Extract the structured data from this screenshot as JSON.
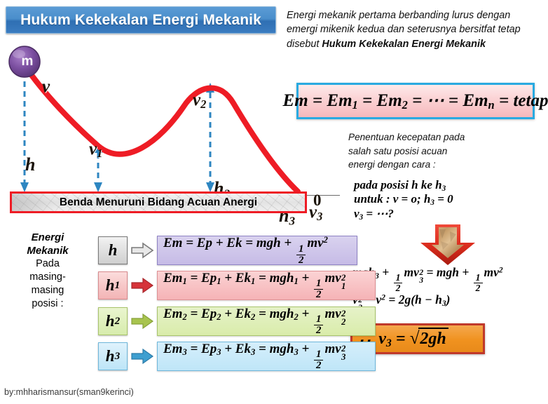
{
  "title": {
    "text": "Hukum Kekekalan Energi Mekanik"
  },
  "intro": {
    "line1": "Energi mekanik pertama berbanding lurus",
    "line2": "dengan emergi mikenik kedua dan",
    "line3": "seterusnya bersitfat tetap disebut ",
    "bold": "Hukum Kekekalan Energi Mekanik"
  },
  "em_box": {
    "equation": "Em = Em1 = Em2 = ⋯ = Emn = tetap",
    "border_color": "#29aae1",
    "fill_color": "#f6b8bc"
  },
  "right_para": {
    "line1": "Penentuan kecepatan pada",
    "line2": "salah satu posisi acuan",
    "line3": "energi dengan cara :"
  },
  "right_math": {
    "pada": "pada posisi h ke h3",
    "untuk": "untuk : v = o; h3 = 0",
    "v3_query": "v3 = ⋯?",
    "energy_balance": "mgh3 + ½mv3² = mgh + ½mv²",
    "velocity_diff": "v3² − v² = 2g(h − h3)"
  },
  "final_box": {
    "equation": "∴ v3 = √2gh",
    "fill_color": "#f0921f",
    "border_color": "#c0392b"
  },
  "diagram": {
    "mass_label": "m",
    "velocity_labels": [
      "v",
      "v1",
      "v2",
      "v3"
    ],
    "height_labels": [
      "h",
      "h1",
      "h2",
      "h3"
    ],
    "zero_label": "0",
    "ground_label": "Benda Menuruni Bidang Acuan Anergi",
    "curve_color": "#ee1c25",
    "arrow_color": "#2e86c1",
    "mass_color": "#7b4fa0"
  },
  "caption": {
    "bold_line1": "Energi",
    "bold_line2": "Mekanik",
    "norm_line1": "Pada",
    "norm_line2": "masing-",
    "norm_line3": "masing",
    "norm_line4": "posisi :"
  },
  "equations": [
    {
      "chip": "h",
      "equation": "Em = Ep + Ek = mgh + ½mv²",
      "color": "#c6bbe6"
    },
    {
      "chip": "h1",
      "equation": "Em1 = Ep1 + Ek1 = mgh1 + ½mv1²",
      "color": "#f5b3b6"
    },
    {
      "chip": "h2",
      "equation": "Em2 = Ep2 + Ek2 = mgh2 + ½mv2²",
      "color": "#d9ecaa"
    },
    {
      "chip": "h3",
      "equation": "Em3 = Ep3 + Ek3 = mgh3 + ½mv3²",
      "color": "#bfe6f8"
    }
  ],
  "credit": {
    "text": "by:mhharismansur(sman9kerinci)"
  }
}
